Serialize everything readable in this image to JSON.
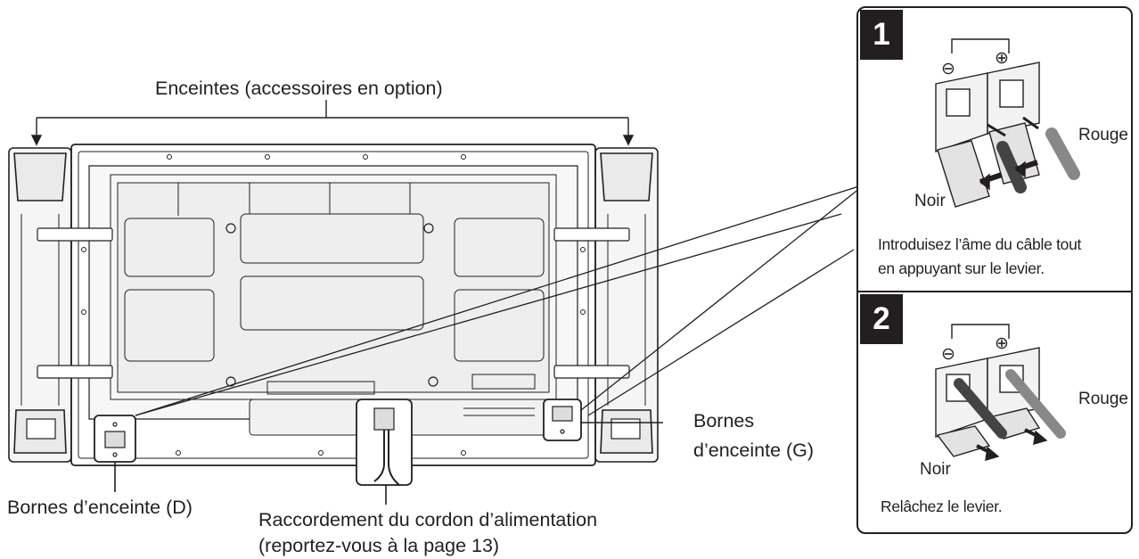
{
  "labels": {
    "speakers": "Enceintes (accessoires en option)",
    "terminal_left_line1": "Bornes",
    "terminal_left_line2": "d’enceinte (G)",
    "terminal_right": "Bornes d’enceinte (D)",
    "power_line1": "Raccordement du cordon d’alimentation",
    "power_line2": "(reportez-vous à la page 13)"
  },
  "steps": [
    {
      "number": "1",
      "minus": "⊖",
      "plus": "⊕",
      "black": "Noir",
      "red": "Rouge",
      "text_line1": "Introduisez l’âme du câble tout",
      "text_line2": "en appuyant sur le levier."
    },
    {
      "number": "2",
      "minus": "⊖",
      "plus": "⊕",
      "black": "Noir",
      "red": "Rouge",
      "text_line1": "Relâchez le levier."
    }
  ],
  "colors": {
    "ink": "#231f20",
    "panel_fill": "#f4f4f4",
    "number_box": "#231f20"
  }
}
